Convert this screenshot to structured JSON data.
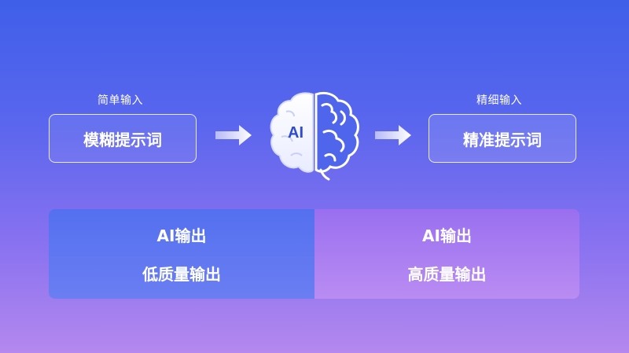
{
  "input_left": {
    "label": "简单输入",
    "prompt": "模糊提示词"
  },
  "input_right": {
    "label": "精细输入",
    "prompt": "精准提示词"
  },
  "center": {
    "brain_text": "AI",
    "icon": "brain-icon"
  },
  "output_left": {
    "line1": "AI输出",
    "line2": "低质量输出"
  },
  "output_right": {
    "line1": "AI输出",
    "line2": "高质量输出"
  },
  "colors": {
    "background_top": "#3f5fe9",
    "background_bottom": "#b488ee",
    "output_left": "#5a74f0",
    "output_right": "#a77df1",
    "brain_text": "#2f4bd0"
  }
}
